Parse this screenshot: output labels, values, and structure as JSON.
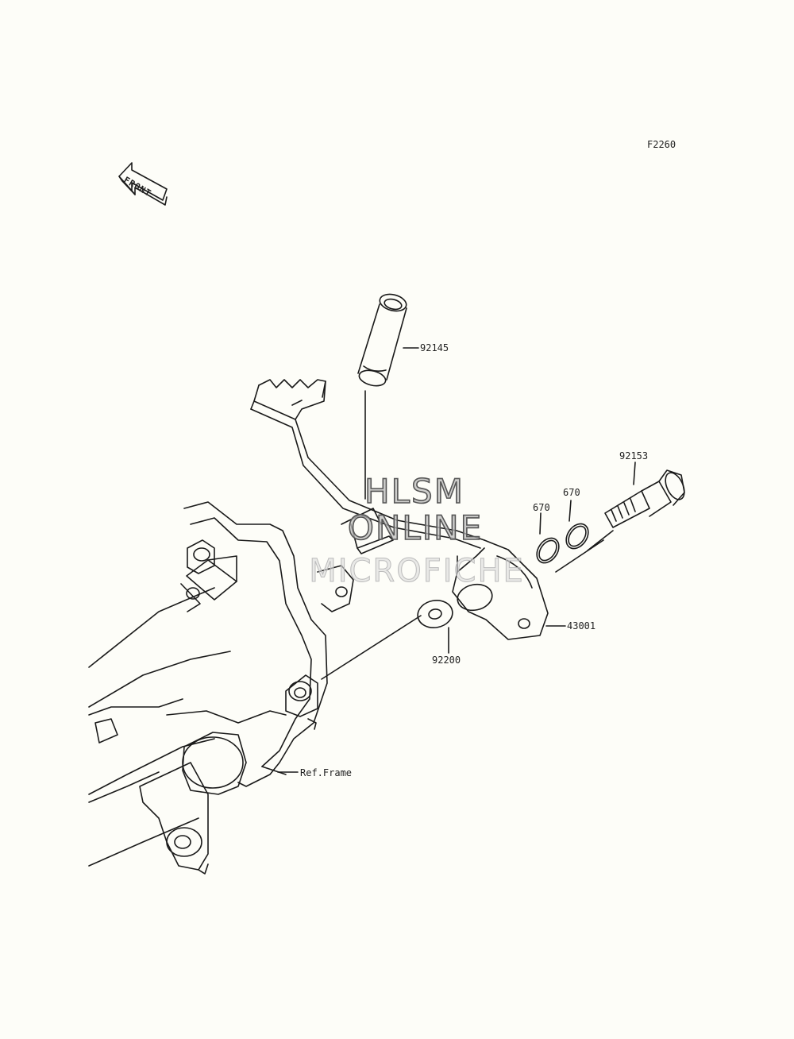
{
  "figure_code": "F2260",
  "front_label": "FRONT",
  "watermark": {
    "line1": "HLSM",
    "line2": "ONLINE",
    "line3": "MICROFICHE"
  },
  "callouts": {
    "spring": "92145",
    "bolt": "92153",
    "oring_a": "670",
    "oring_b": "670",
    "pedal": "43001",
    "washer": "92200",
    "frame": "Ref.Frame"
  },
  "colors": {
    "line": "#1a1a1a",
    "paper": "#fdfdf8"
  }
}
